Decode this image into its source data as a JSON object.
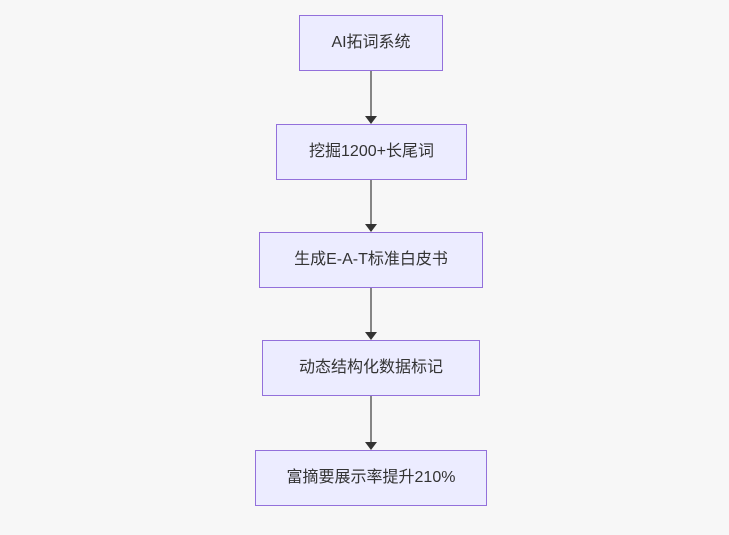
{
  "diagram": {
    "type": "flowchart",
    "direction": "top-down",
    "nodes": [
      {
        "id": "n1",
        "label": "AI拓词系统"
      },
      {
        "id": "n2",
        "label": "挖掘1200+长尾词"
      },
      {
        "id": "n3",
        "label": "生成E-A-T标准白皮书"
      },
      {
        "id": "n4",
        "label": "动态结构化数据标记"
      },
      {
        "id": "n5",
        "label": "富摘要展示率提升210%"
      }
    ],
    "edges": [
      {
        "from": "n1",
        "to": "n2"
      },
      {
        "from": "n2",
        "to": "n3"
      },
      {
        "from": "n3",
        "to": "n4"
      },
      {
        "from": "n4",
        "to": "n5"
      }
    ]
  },
  "colors": {
    "background": "#F7F7F7",
    "node_fill": "#ECECFF",
    "node_border": "#9370DB",
    "node_text": "#333333",
    "edge_line": "#858585",
    "arrowhead": "#333333"
  }
}
